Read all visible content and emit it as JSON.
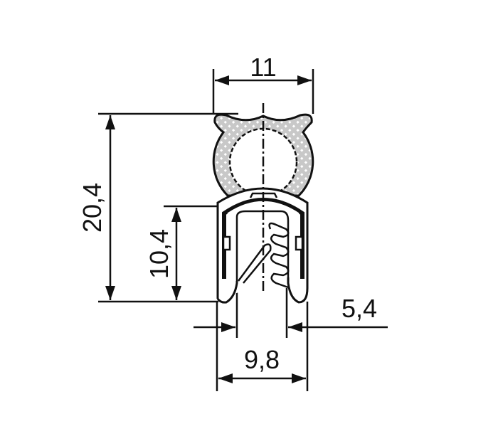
{
  "drawing": {
    "dimensions": {
      "top_width": "11",
      "total_height": "20,4",
      "clip_height": "10,4",
      "bottom_width": "9,8",
      "slot_width": "5,4"
    },
    "colors": {
      "line": "#111111",
      "bulb_fill": "#c8c8c8"
    }
  }
}
